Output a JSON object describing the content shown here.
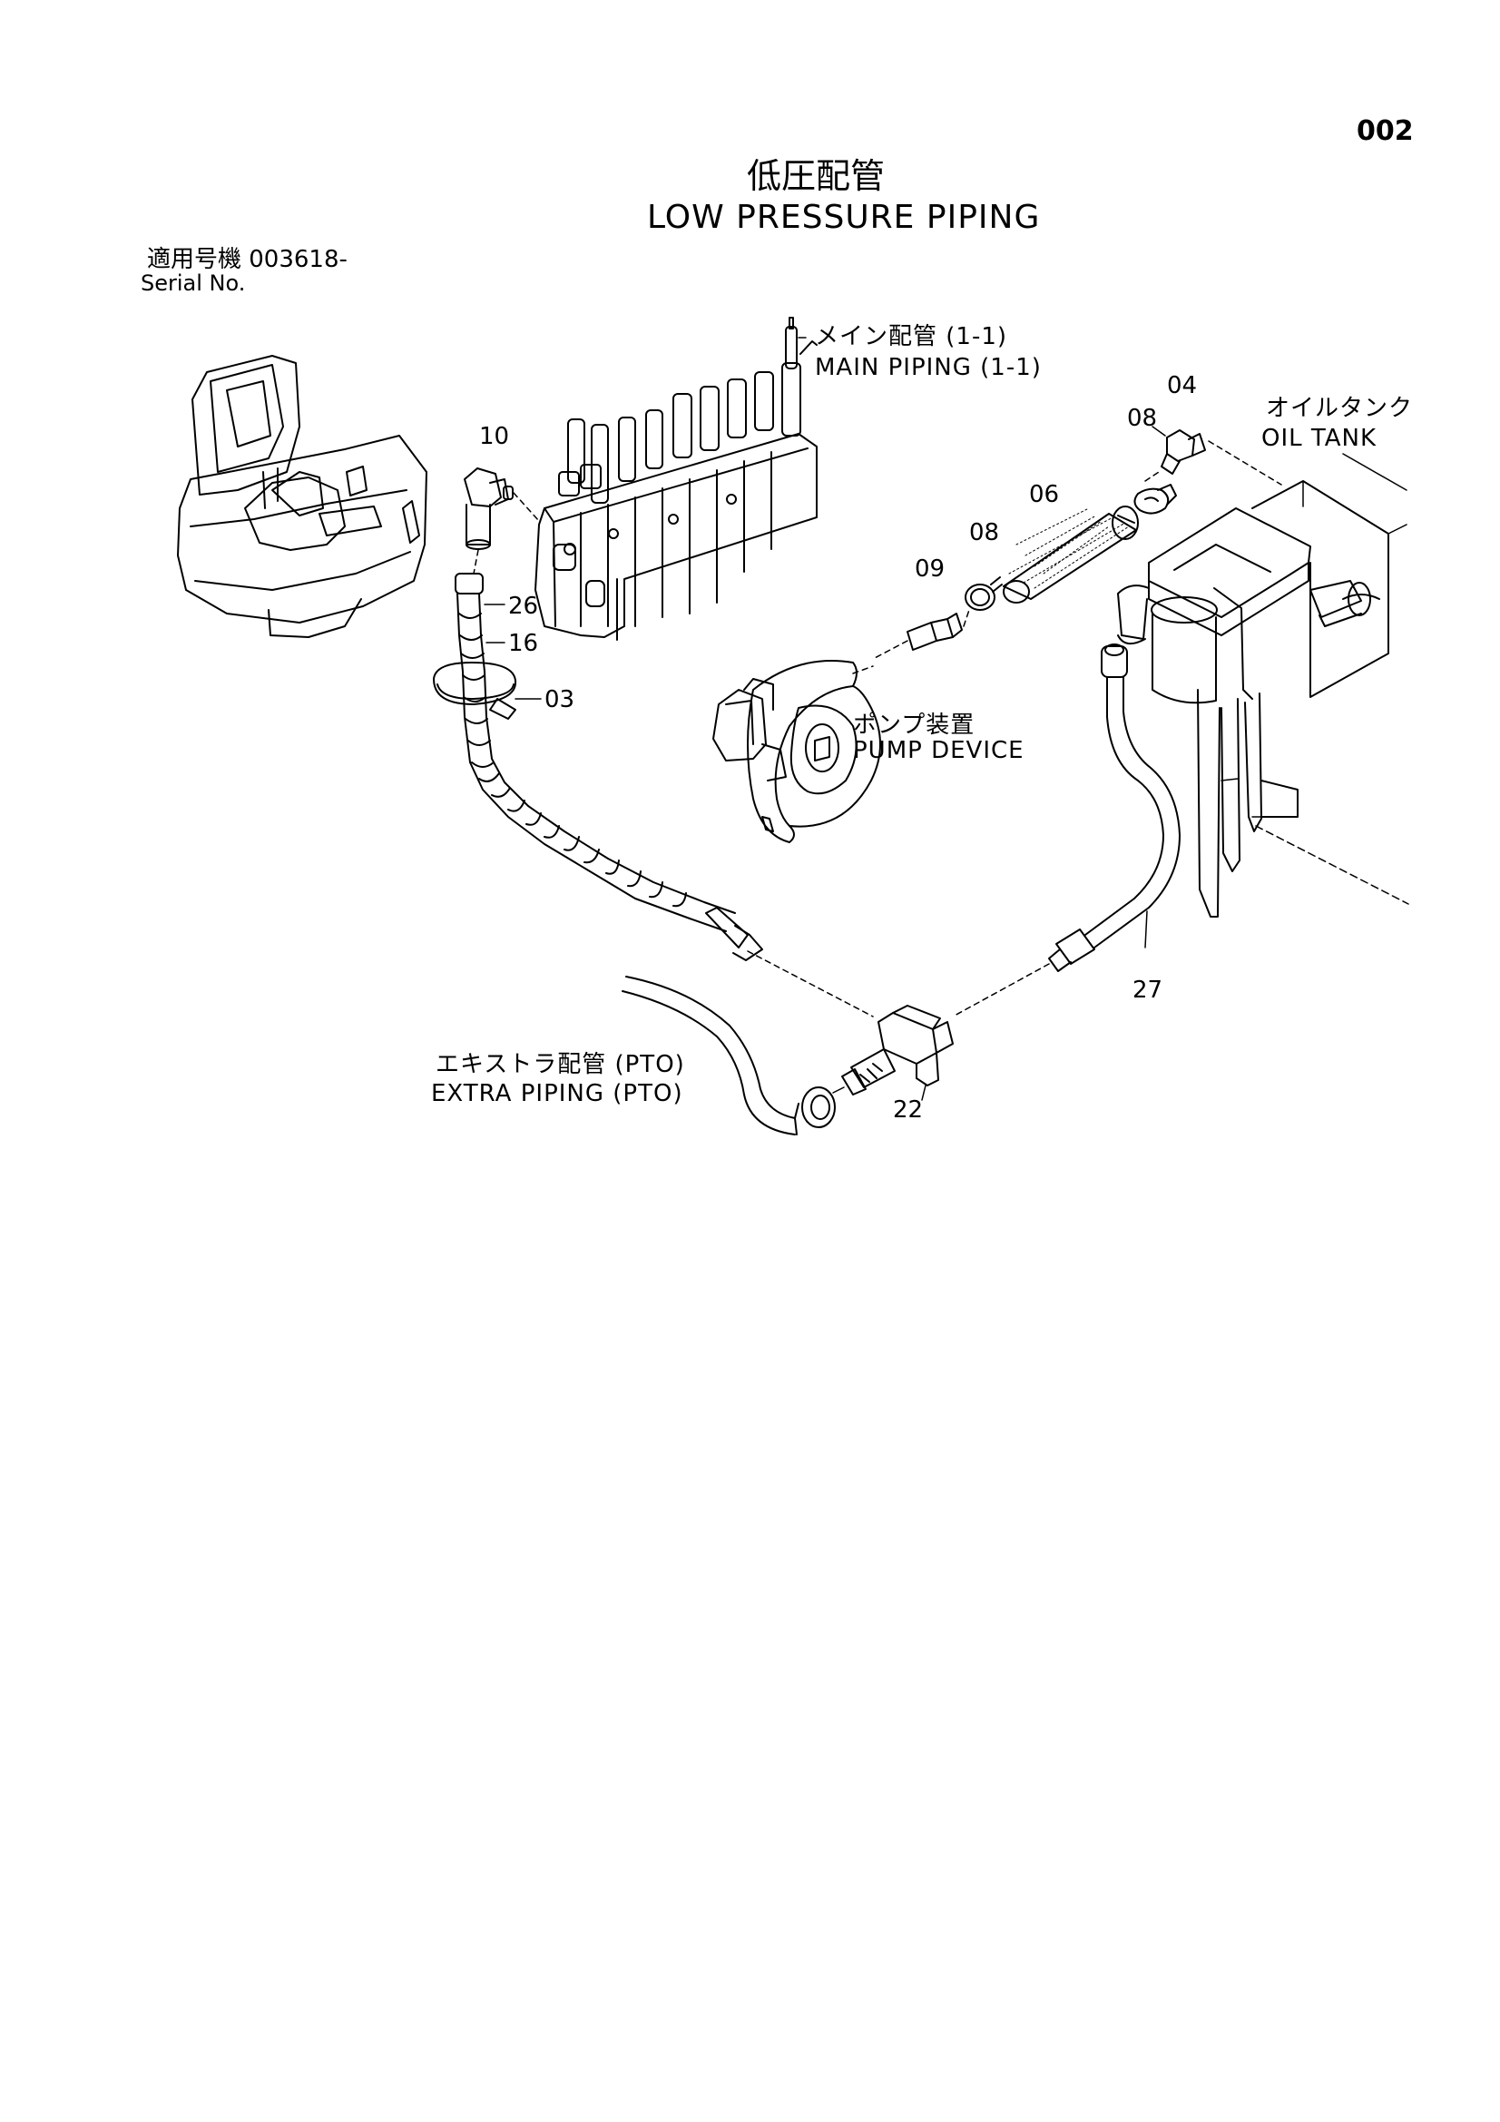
{
  "page_number": "002",
  "title": {
    "jp": "低圧配管",
    "en": "LOW PRESSURE PIPING"
  },
  "serial": {
    "jp": "適用号機  003618-",
    "en": "Serial No."
  },
  "labels": {
    "main_piping_jp": "メイン配管 (1-1)",
    "main_piping_en": "MAIN PIPING (1-1)",
    "oil_tank_jp": "オイルタンク",
    "oil_tank_en": "OIL TANK",
    "pump_device_jp": "ポンプ装置",
    "pump_device_en": "PUMP DEVICE",
    "extra_piping_jp": "エキストラ配管 (PTO)",
    "extra_piping_en": "EXTRA PIPING (PTO)"
  },
  "callouts": {
    "c04": "04",
    "c08_top": "08",
    "c06": "06",
    "c08_mid": "08",
    "c09": "09",
    "c10": "10",
    "c26": "26",
    "c16": "16",
    "c03": "03",
    "c27": "27",
    "c22": "22"
  }
}
